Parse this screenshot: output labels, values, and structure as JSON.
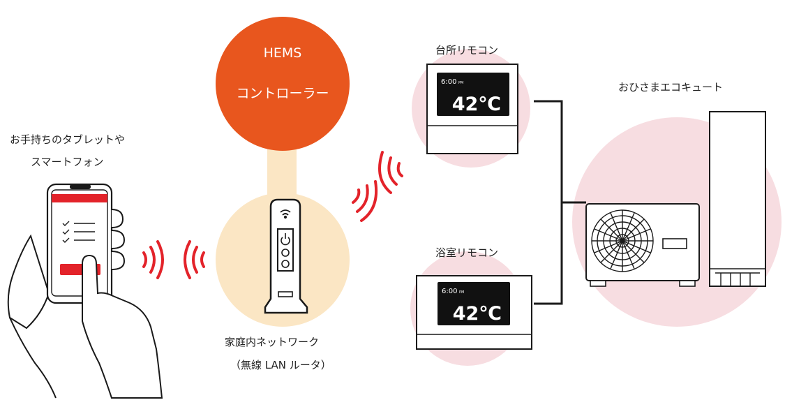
{
  "hems": {
    "line1": "HEMS",
    "line2": "コントローラー"
  },
  "tablet_label": {
    "line1": "お手持ちのタブレットや",
    "line2": "スマートフォン"
  },
  "router_label": {
    "line1": "家庭内ネットワーク",
    "line2": "（無線 LAN ルータ）"
  },
  "kitchen_remote": {
    "label": "台所リモコン",
    "time": "6:00",
    "ampm": "PM",
    "temp": "42℃"
  },
  "bath_remote": {
    "label": "浴室リモコン",
    "time": "6:00",
    "ampm": "PM",
    "temp": "42℃"
  },
  "ecocute_label": "おひさまエコキュート",
  "colors": {
    "accent": "#e8561e",
    "pink": "#f7dde1",
    "cream": "#fbe6c4",
    "red": "#e3232a",
    "line": "#1a1a1a"
  }
}
